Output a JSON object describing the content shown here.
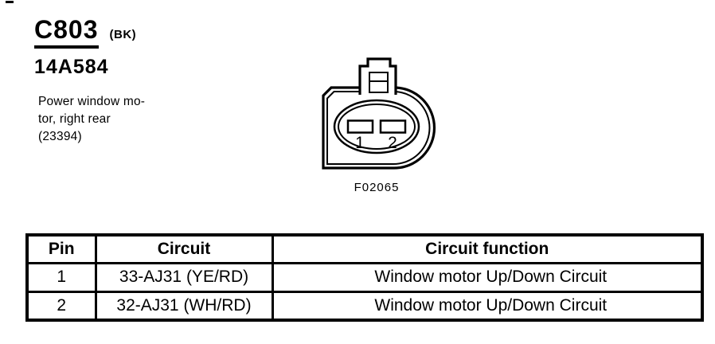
{
  "document": {
    "connector": {
      "id": "C803",
      "color_code": "(BK)",
      "part_number": "14A584",
      "description_lines": [
        "Power window mo-",
        "tor, right rear",
        "(23394)"
      ]
    },
    "figure": {
      "caption": "F02065",
      "pin_labels": [
        "1",
        "2"
      ]
    },
    "pin_table": {
      "headers": [
        "Pin",
        "Circuit",
        "Circuit function"
      ],
      "rows": [
        [
          "1",
          "33-AJ31 (YE/RD)",
          "Window motor Up/Down Circuit"
        ],
        [
          "2",
          "32-AJ31 (WH/RD)",
          "Window motor Up/Down Circuit"
        ]
      ]
    },
    "colors": {
      "ink": "#000000",
      "paper": "#ffffff"
    }
  }
}
